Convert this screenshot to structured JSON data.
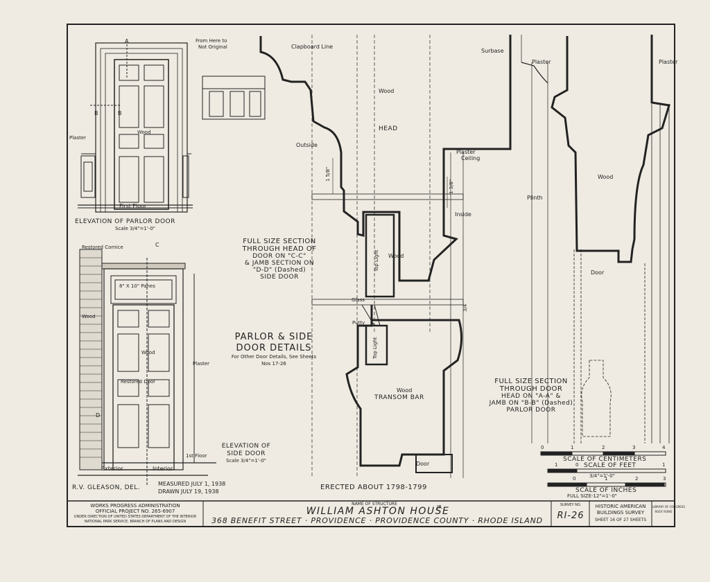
{
  "notes": {
    "from_hereto": "From Here to",
    "not_original": "Not Original",
    "clapboard_line": "Clapboard Line",
    "surbase": "Surbase",
    "plaster_l": "Plaster",
    "plaster_r": "Plaster",
    "wood_head": "Wood",
    "head": "HEAD",
    "outside": "Outside",
    "plaster_ceiling_1": "Plaster",
    "plaster_ceiling_2": "Ceiling",
    "inside": "Inside",
    "top_light_1": "Top Light",
    "wood_toplight": "Wood",
    "glass": "Glass",
    "putty": "Putty",
    "top_light_2": "Top Light",
    "wood_transom": "Wood",
    "transom_bar": "TRANSOM BAR",
    "door_bottom": "Door",
    "wood_jamb": "Wood",
    "plinth": "Plinth",
    "door_jamb": "Door",
    "dim_a": "1 5/8\"",
    "dim_b": "1 3/8\"",
    "dim_c": "3/4"
  },
  "parlor_elevation": {
    "marker_a": "A",
    "marker_b": "B",
    "marker_b2": "B",
    "plaster": "Plaster",
    "wood": "Wood",
    "first_floor": "First Floor",
    "title": "ELEVATION OF PARLOR DOOR",
    "scale": "Scale 3/4\"=1'-0\""
  },
  "side_elevation": {
    "restored_cornice": "Restored Cornice",
    "marker_c": "C",
    "pane": "8\" X 10\" Panes",
    "wood_l": "Wood",
    "wood_door": "Wood",
    "restored_door": "Restored Door",
    "plaster": "Plaster",
    "marker_d": "D",
    "first_floor": "1st Floor",
    "exterior": "Exterior",
    "interior": "Interior",
    "title1": "ELEVATION OF",
    "title2": "SIDE DOOR",
    "scale": "Scale 3/4\"=1'-0\""
  },
  "section_cc": {
    "l1": "FULL SIZE SECTION",
    "l2": "THROUGH HEAD OF",
    "l3": "DOOR ON \"C-C\"",
    "l4": "& JAMB SECTION ON",
    "l5": "\"D-D\" (Dashed)",
    "l6": "SIDE DOOR"
  },
  "details_title": {
    "l1": "PARLOR & SIDE",
    "l2": "DOOR DETAILS",
    "l3": "For Other Door Details, See Sheets",
    "l4": "Nos 17-26"
  },
  "section_aa": {
    "l1": "FULL SIZE SECTION",
    "l2": "THROUGH DOOR",
    "l3": "HEAD ON \"A-A\" &",
    "l4": "JAMB ON \"B-B\" (Dashed)",
    "l5": "PARLOR DOOR"
  },
  "scales": {
    "cm_title": "SCALE OF CENTIMETERS",
    "cm_ticks": [
      "0",
      "1",
      "2",
      "3",
      "4"
    ],
    "feet_title": "SCALE OF FEET",
    "feet_note": "3/4\"=1'-0\"",
    "feet_ticks": [
      "1",
      "0",
      "1"
    ],
    "inch_title": "SCALE OF INCHES",
    "inch_note": "FULL SIZE-12\"=1'-0\"",
    "inch_ticks": [
      "0",
      "1",
      "2",
      "3"
    ]
  },
  "footer": {
    "delineator": "R.V. GLEASON, DEL.",
    "measured": "MEASURED JULY 1, 1938",
    "drawn": "DRAWN JULY 19, 1938",
    "erected": "ERECTED ABOUT 1798-1799",
    "wpa1": "WORKS PROGRESS ADMINISTRATION",
    "wpa2": "OFFICIAL PROJECT NO. 265-6907",
    "wpa3": "UNDER DIRECTION OF UNITED STATES DEPARTMENT OF THE INTERIOR",
    "wpa4": "NATIONAL PARK SERVICE, BRANCH OF PLANS AND DESIGN",
    "name_label": "NAME OF STRUCTURE",
    "name": "WILLIAM ASHTON HOUSE",
    "jr": "JR.",
    "address": "368 BENEFIT STREET · PROVIDENCE · PROVIDENCE COUNTY · RHODE ISLAND",
    "survey_label": "SURVEY NO.",
    "survey_no": "RI-26",
    "habs1": "HISTORIC AMERICAN",
    "habs2": "BUILDINGS SURVEY",
    "sheet": "SHEET 16 OF 27 SHEETS",
    "loc1": "LIBRARY OF CONGRESS",
    "loc2": "ROOF ROWS"
  }
}
